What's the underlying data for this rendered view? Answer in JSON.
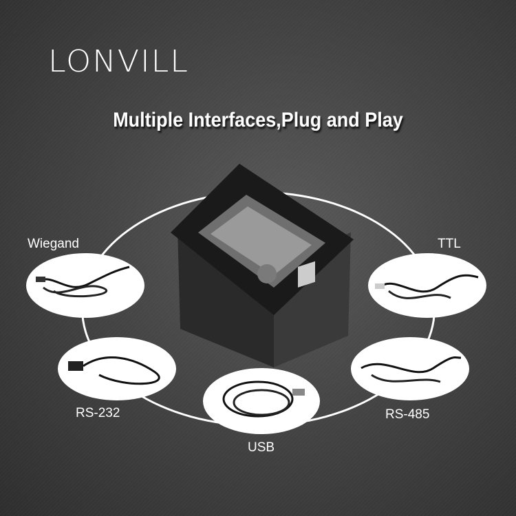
{
  "brand": {
    "logo": "LONVILL"
  },
  "headline": "Multiple Interfaces,Plug and Play",
  "interfaces": [
    {
      "label": "Wiegand"
    },
    {
      "label": "TTL"
    },
    {
      "label": "RS-232"
    },
    {
      "label": "RS-485"
    },
    {
      "label": "USB"
    }
  ],
  "colors": {
    "background": "#454545",
    "text": "#ffffff"
  }
}
